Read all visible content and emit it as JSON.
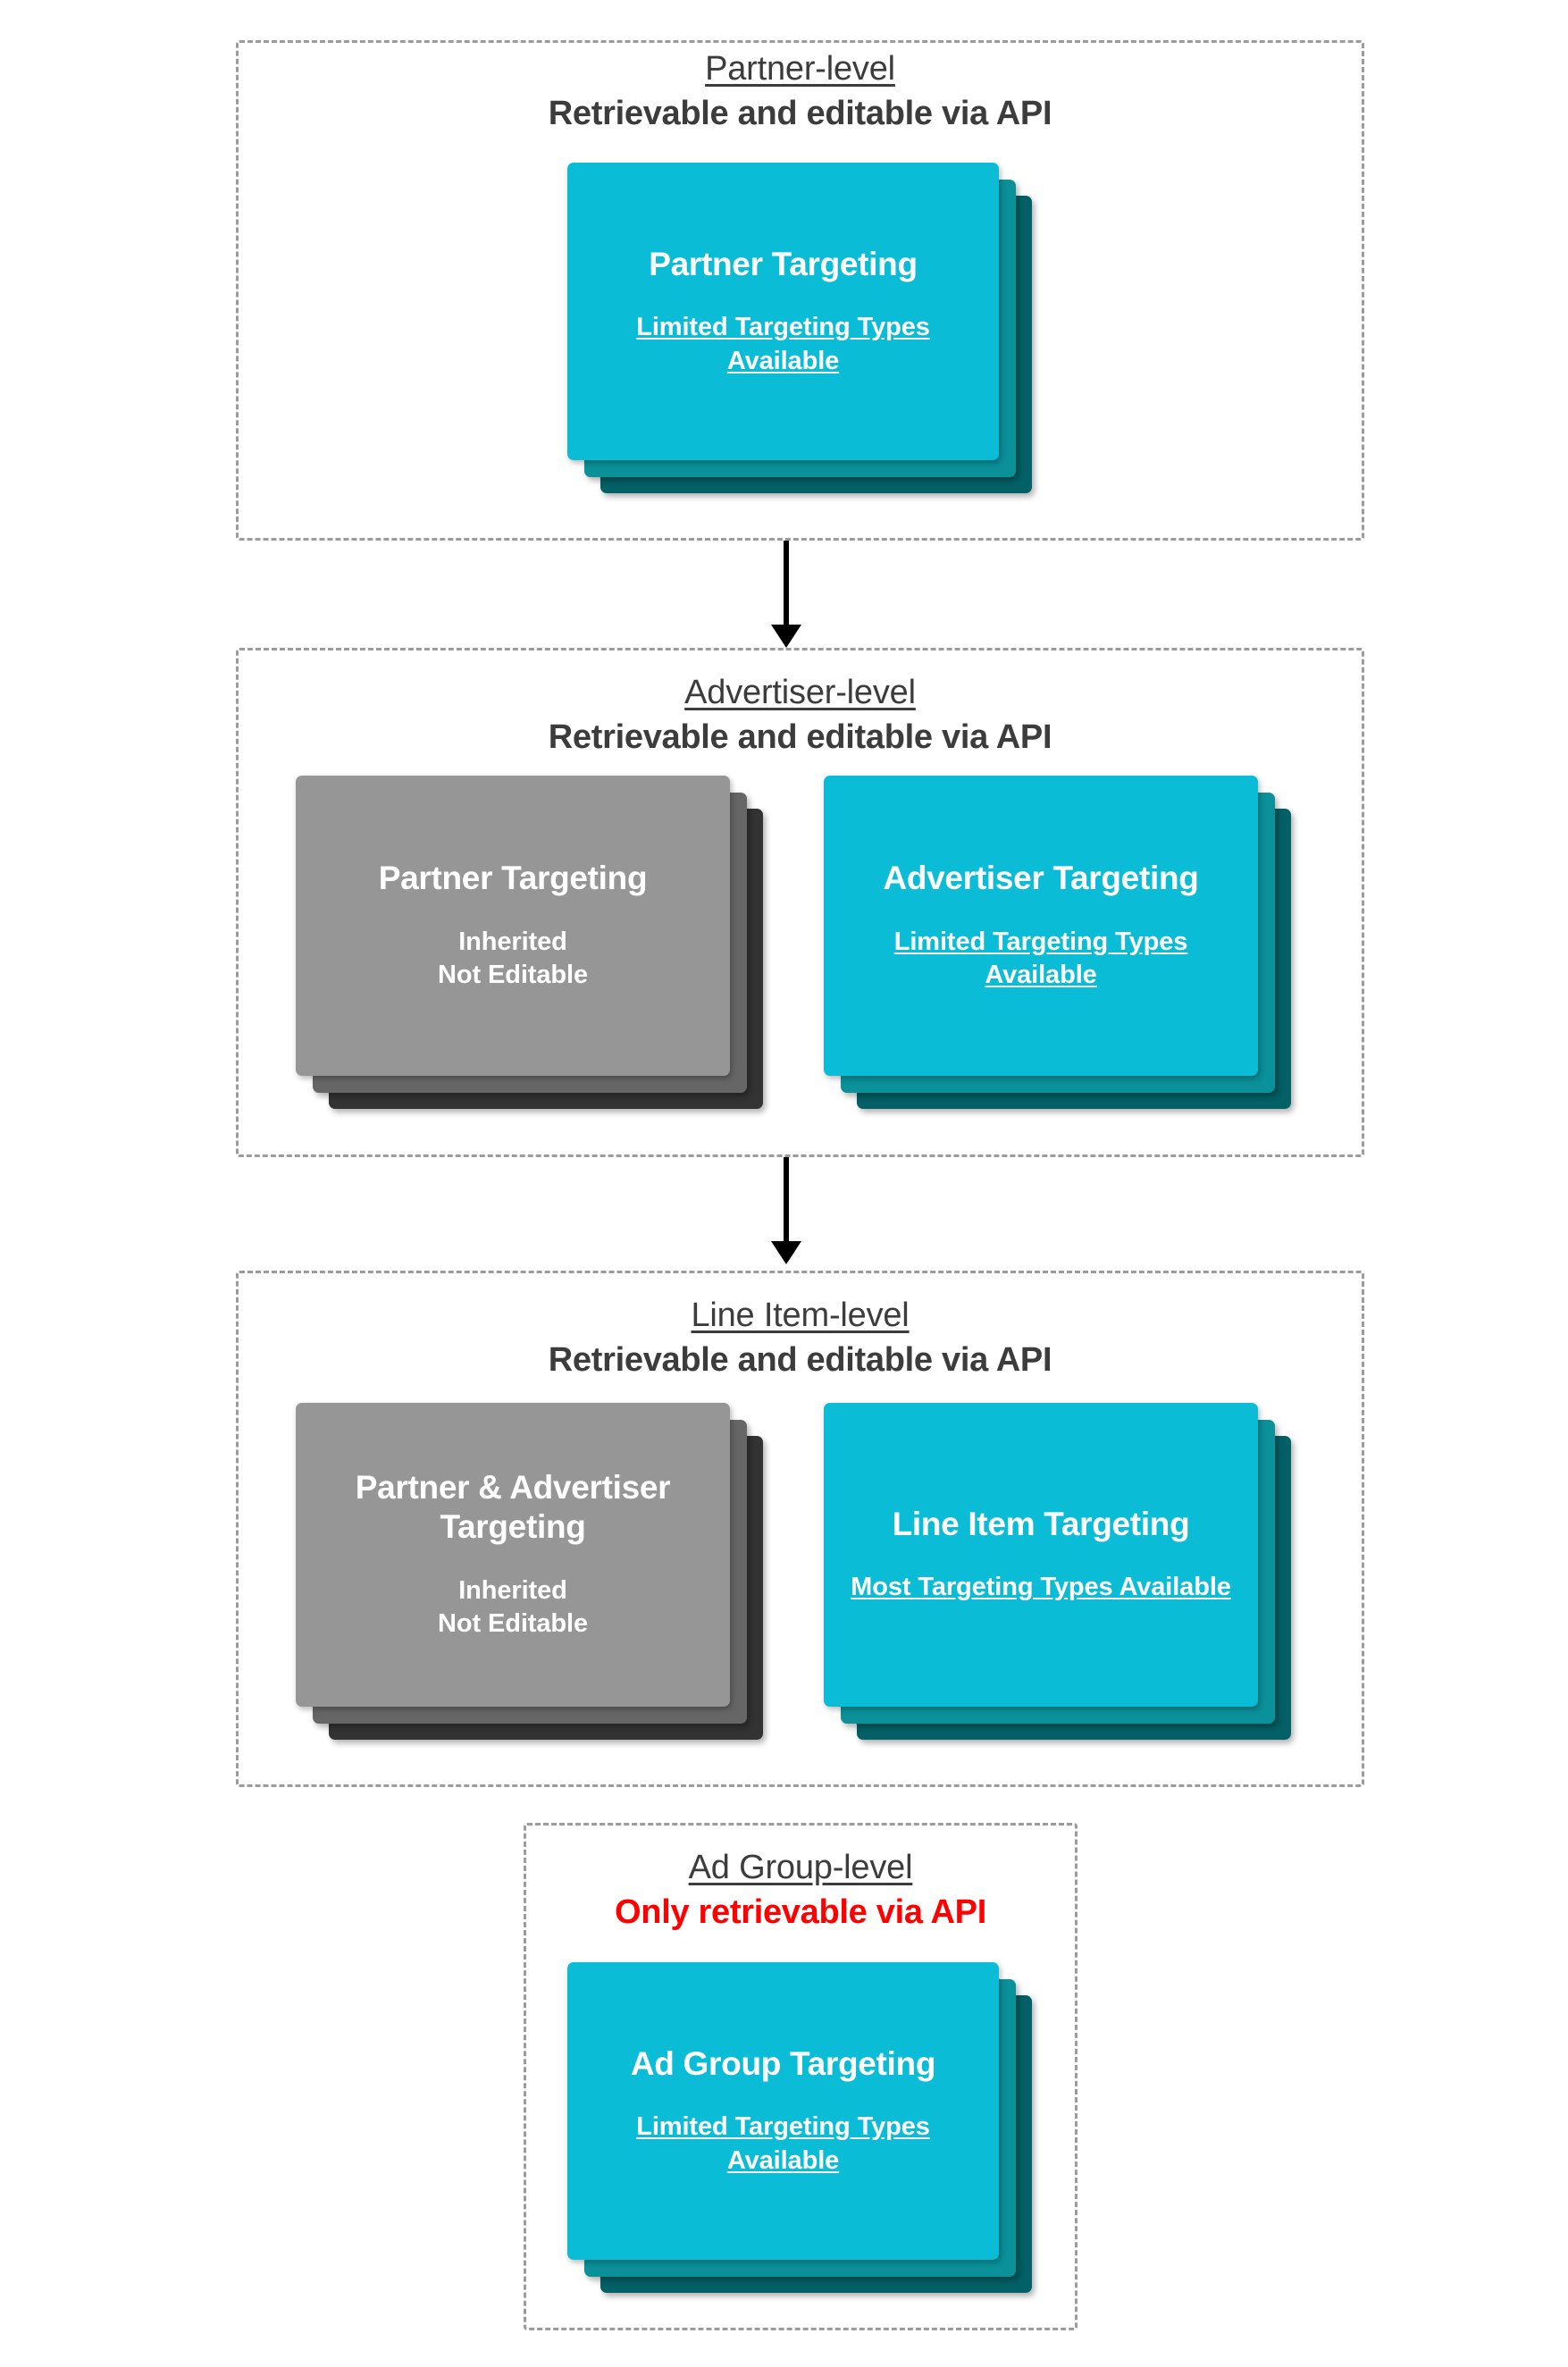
{
  "diagram": {
    "title_meaning": "Targeting inheritance hierarchy across Partner, Advertiser, Line Item and Ad Group levels",
    "colors": {
      "card_front_cyan": "#0BBCD6",
      "card_mid_cyan": "#0A9199",
      "card_back_cyan": "#036066",
      "card_front_grey": "#969696",
      "card_mid_grey": "#666666",
      "card_back_grey": "#333333",
      "dashed_border": "#9B9B9B",
      "text_dark": "#3C3C3C",
      "alert_red": "#FF0000",
      "arrow": "#000000"
    }
  },
  "levels": [
    {
      "id": "partner-level",
      "title": "Partner-level",
      "subtitle": "Retrievable and editable via API",
      "subtitle_alert": false,
      "cards": [
        {
          "id": "partner-targeting",
          "variant": "cyan",
          "title": "Partner Targeting",
          "note": "Limited Targeting Types Available",
          "note_underlined": true
        }
      ]
    },
    {
      "id": "advertiser-level",
      "title": "Advertiser-level",
      "subtitle": "Retrievable and editable via API",
      "subtitle_alert": false,
      "cards": [
        {
          "id": "partner-targeting-inherited",
          "variant": "grey",
          "title": "Partner Targeting",
          "note": "Inherited\nNot Editable",
          "note_underlined": false
        },
        {
          "id": "advertiser-targeting",
          "variant": "cyan",
          "title": "Advertiser Targeting",
          "note": "Limited Targeting Types Available",
          "note_underlined": true
        }
      ]
    },
    {
      "id": "line-item-level",
      "title": "Line Item-level",
      "subtitle": "Retrievable and editable via API",
      "subtitle_alert": false,
      "cards": [
        {
          "id": "partner-advertiser-targeting-inherited",
          "variant": "grey",
          "title": "Partner & Advertiser Targeting",
          "note": "Inherited\nNot Editable",
          "note_underlined": false
        },
        {
          "id": "line-item-targeting",
          "variant": "cyan",
          "title": "Line Item Targeting",
          "note": "Most Targeting Types Available",
          "note_underlined": true
        }
      ]
    },
    {
      "id": "ad-group-level",
      "title": "Ad Group-level",
      "subtitle": "Only retrievable via API",
      "subtitle_alert": true,
      "cards": [
        {
          "id": "ad-group-targeting",
          "variant": "cyan",
          "title": "Ad Group Targeting",
          "note": "Limited Targeting Types Available",
          "note_underlined": true
        }
      ]
    }
  ],
  "arrows": [
    {
      "id": "partner-to-advertiser",
      "from": "partner-level",
      "to": "advertiser-level"
    },
    {
      "id": "advertiser-to-line-item",
      "from": "advertiser-level",
      "to": "line-item-level"
    }
  ]
}
